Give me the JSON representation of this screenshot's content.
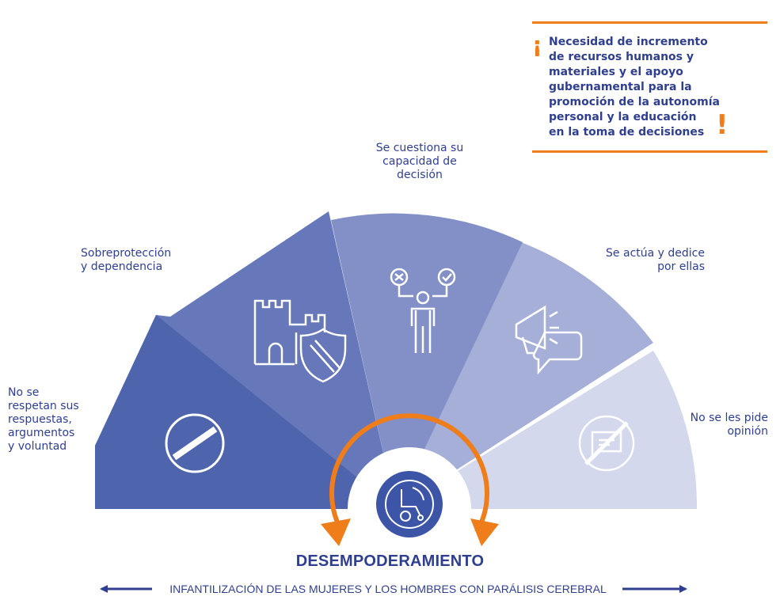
{
  "note": {
    "text": "Necesidad de incremento\nde recursos humanos y\nmateriales y el apoyo\ngubernamental para la\npromoción de la autonomía\npersonal y la educación\nen la toma de decisiones",
    "open_mark": "¡",
    "close_mark": "!"
  },
  "segments": [
    {
      "label": "No se\nrespetan sus\nrespuestas,\nargumentos\ny voluntad",
      "color": "#4e64ad",
      "icon": "prohibited-icon"
    },
    {
      "label": "Sobreprotección\ny dependencia",
      "color": "#6677ba",
      "icon": "castle-shield-icon"
    },
    {
      "label": "Se cuestiona su\ncapacidad de\ndecisión",
      "color": "#8390c7",
      "icon": "person-choice-icon"
    },
    {
      "label": "Se actúa y dedice\npor ellas",
      "color": "#a5afd8",
      "icon": "megaphone-speech-icon"
    },
    {
      "label": "No se les pide\nopinión",
      "color": "#d3d8ec",
      "icon": "no-speech-icon"
    }
  ],
  "center": {
    "icon": "wheelchair-icon",
    "color": "#3d55a7"
  },
  "arrow_color": "#ef7d1a",
  "title": "DESEMPODERAMIENTO",
  "bottom_label": "INFANTILIZACIÓN DE LAS MUJERES Y LOS HOMBRES CON PARÁLISIS CEREBRAL"
}
